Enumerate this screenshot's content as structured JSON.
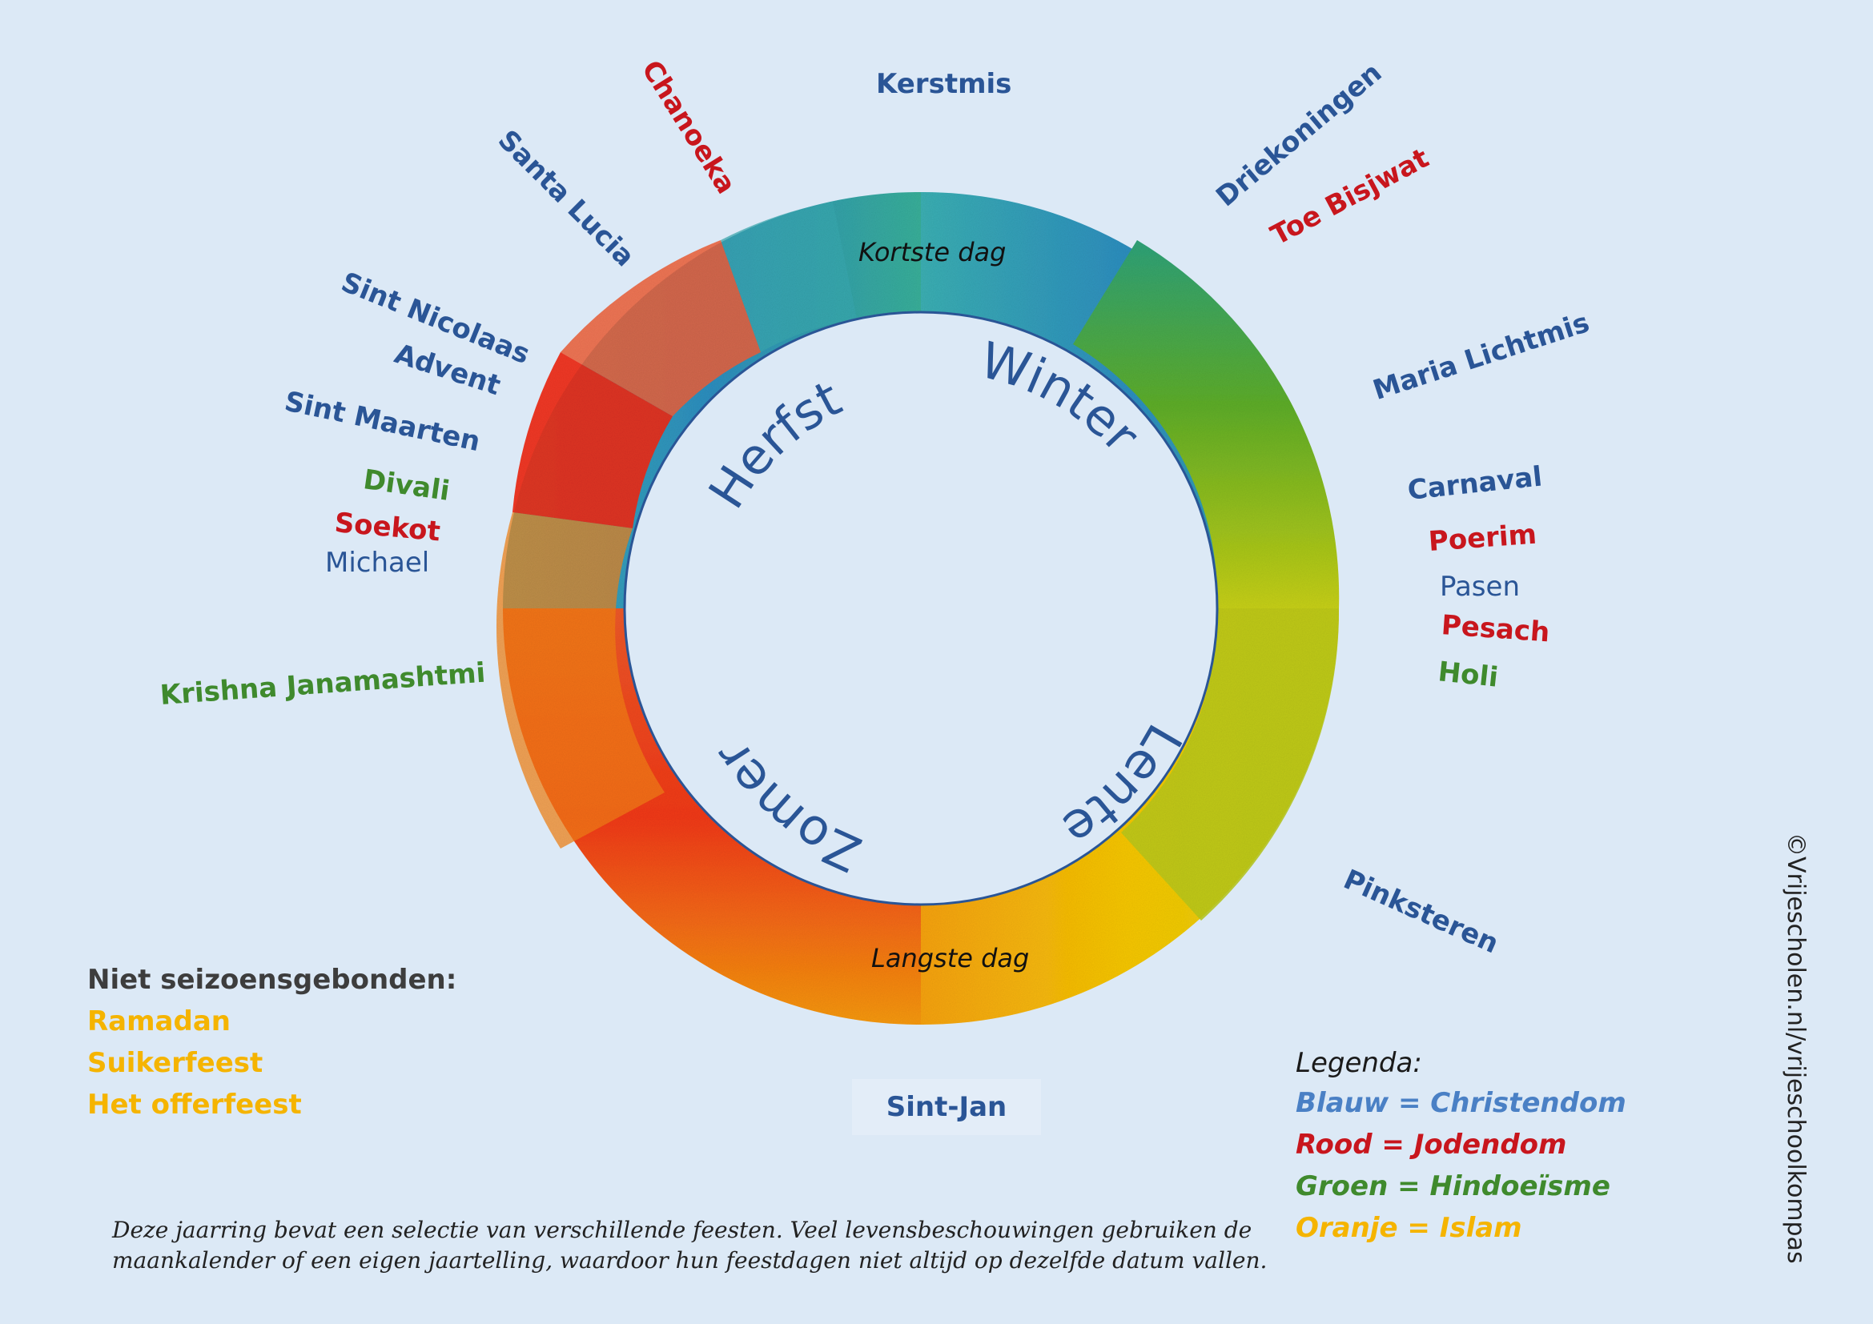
{
  "colors": {
    "christian": "#2a5596",
    "jewish": "#c8161d",
    "hindu": "#3f8a2d",
    "islam": "#f5b400"
  },
  "ring": {
    "seasons": [
      "Herfst",
      "Winter",
      "Lente",
      "Zomer"
    ],
    "shortest_day": "Kortste dag",
    "longest_day": "Langste dag"
  },
  "festivals": {
    "kerstmis": "Kerstmis",
    "chanoeka": "Chanoeka",
    "santa_lucia": "Santa Lucia",
    "driekoningen": "Driekoningen",
    "toe_bisjwat": "Toe Bisjwat",
    "sint_nicolaas": "Sint Nicolaas",
    "advent": "Advent",
    "sint_maarten": "Sint Maarten",
    "divali": "Divali",
    "soekot": "Soekot",
    "michael": "Michael",
    "krishna": "Krishna Janamashtmi",
    "maria_lichtmis": "Maria Lichtmis",
    "carnaval": "Carnaval",
    "poerim": "Poerim",
    "pasen": "Pasen",
    "pesach": "Pesach",
    "holi": "Holi",
    "pinksteren": "Pinksteren",
    "sint_jan": "Sint-Jan"
  },
  "non_seasonal": {
    "heading": "Niet seizoensgebonden:",
    "items": [
      "Ramadan",
      "Suikerfeest",
      "Het offerfeest"
    ]
  },
  "legend": {
    "heading": "Legenda:",
    "items": [
      "Blauw = Christendom",
      "Rood = Jodendom",
      "Groen = Hindoeïsme",
      "Oranje = Islam"
    ]
  },
  "note": {
    "line1": "Deze jaarring bevat een selectie van verschillende feesten. Veel levensbeschouwingen gebruiken de",
    "line2": "maankalender of een eigen jaartelling, waardoor hun feestdagen niet altijd op dezelfde datum vallen."
  },
  "copyright": "©Vrijescholen.nl/vrijeschoolkompas"
}
